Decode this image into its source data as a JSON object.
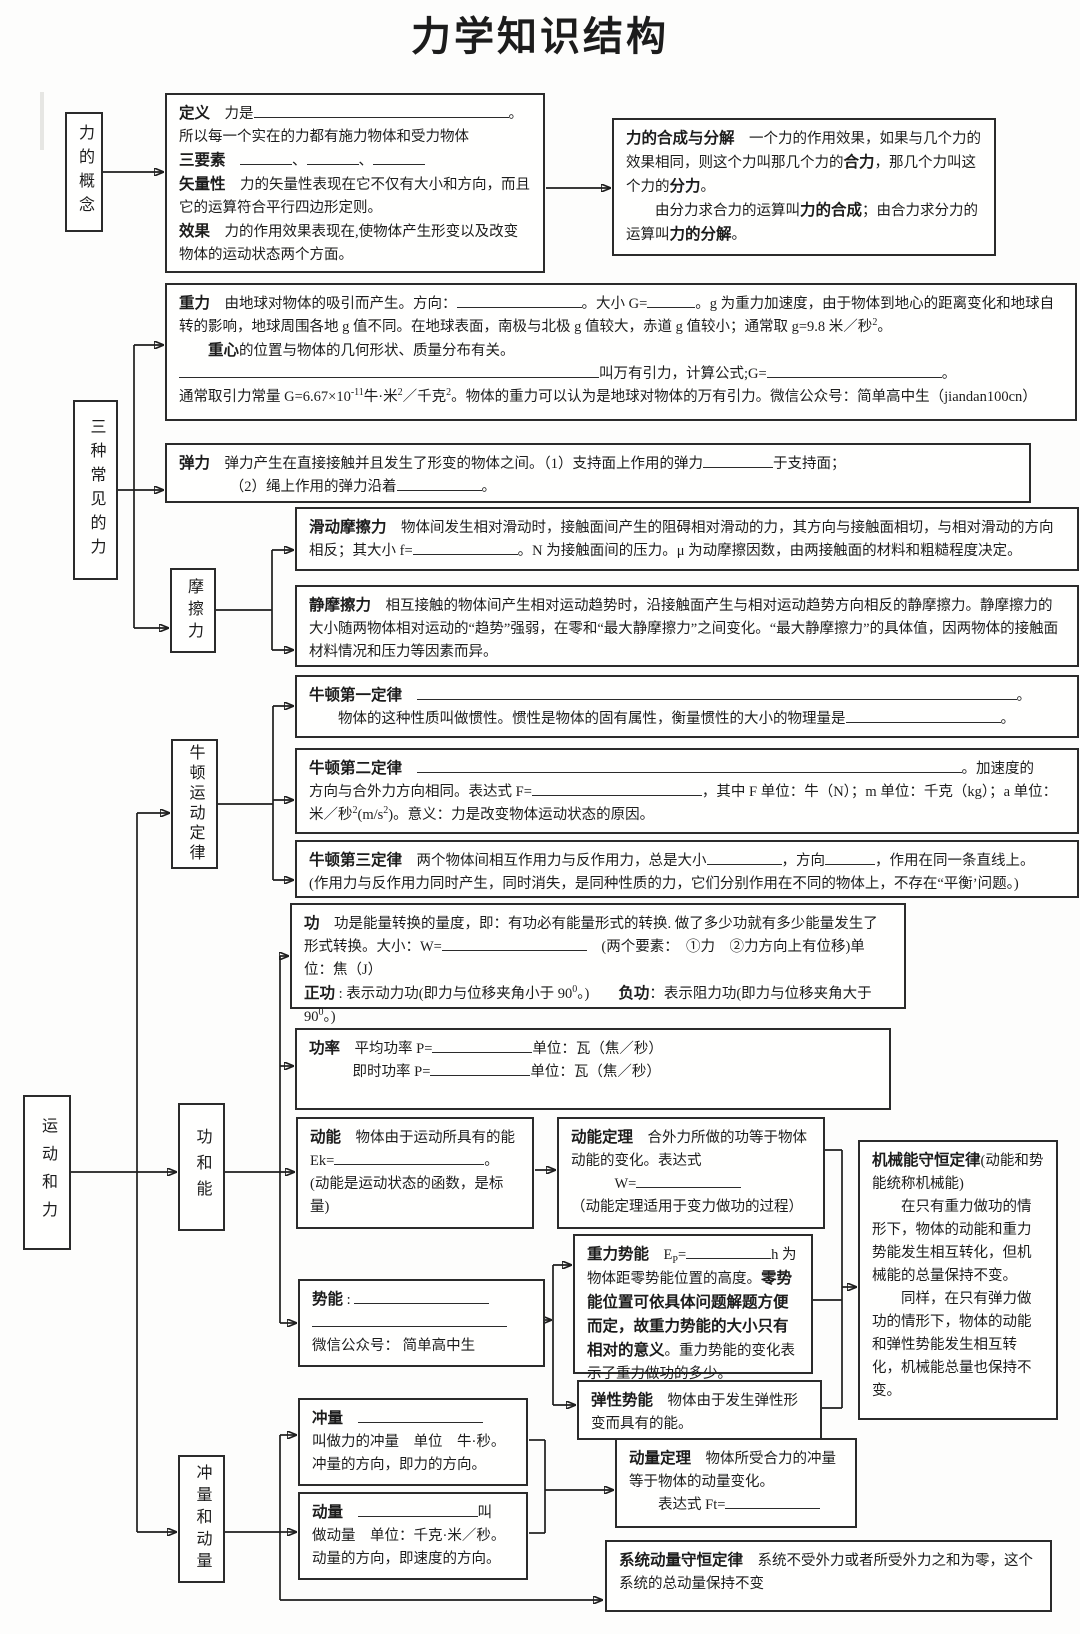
{
  "title": "力学知识结构",
  "colors": {
    "line": "#1e1e1e",
    "border": "#2b2b2b",
    "background": "#fdfdfc"
  },
  "labels": {
    "li_gainian": "力的概念",
    "sanzhong": "三种常见的力",
    "mocali": "摩擦力",
    "niudun": "牛顿运动定律",
    "yundongheli": "运动和力",
    "gongheneng": "功和能",
    "chongdongliang": "冲量和动量"
  },
  "boxes": {
    "dingyi": {
      "segments": [
        [
          "b",
          "定义"
        ],
        [
          "t",
          "　力是"
        ],
        [
          "u",
          255
        ],
        [
          "t",
          "。"
        ],
        [
          "br"
        ],
        [
          "t",
          "所以每一个实在的力都有施力物体和受力物体"
        ],
        [
          "br"
        ],
        [
          "b",
          "三要素"
        ],
        [
          "t",
          "　"
        ],
        [
          "u",
          52
        ],
        [
          "t",
          "、"
        ],
        [
          "u",
          52
        ],
        [
          "t",
          "、"
        ],
        [
          "u",
          52
        ],
        [
          "br"
        ],
        [
          "b",
          "矢量性"
        ],
        [
          "t",
          "　力的矢量性表现在它不仅有大小和方向，而且它的运算符合平行四边形定则。"
        ],
        [
          "br"
        ],
        [
          "b",
          "效果"
        ],
        [
          "t",
          "　力的作用效果表现在,使物体产生形变以及改变物体的运动状态两个方面。"
        ]
      ]
    },
    "hechengfenjie": {
      "segments": [
        [
          "b",
          "力的合成与分解"
        ],
        [
          "t",
          "　一个力的作用效果，如果与几个力的效果相同，则这个力叫那几个力的"
        ],
        [
          "b",
          "合力"
        ],
        [
          "t",
          "，那几个力叫这个力的"
        ],
        [
          "b",
          "分力"
        ],
        [
          "t",
          "。"
        ],
        [
          "br"
        ],
        [
          "t",
          "　　由分力求合力的运算叫"
        ],
        [
          "b",
          "力的合成"
        ],
        [
          "t",
          "；由合力求分力的运算叫"
        ],
        [
          "b",
          "力的分解"
        ],
        [
          "t",
          "。"
        ]
      ]
    },
    "zhongli": {
      "segments": [
        [
          "b",
          "重力"
        ],
        [
          "t",
          "　由地球对物体的吸引而产生。方向："
        ],
        [
          "u",
          125
        ],
        [
          "t",
          "。大小 G="
        ],
        [
          "u",
          48
        ],
        [
          "t",
          "。g 为重力加速度，由于物体到地心的距离变化和地球自转的影响，地球周围各地 g 值不同。在地球表面，南极与北极 g 值较大，赤道 g 值较小；通常取 g=9.8 米／秒"
        ],
        [
          "sup",
          "2"
        ],
        [
          "t",
          "。"
        ],
        [
          "br"
        ],
        [
          "t",
          "　　"
        ],
        [
          "b",
          "重心"
        ],
        [
          "t",
          "的位置与物体的几何形状、质量分布有关。"
        ],
        [
          "br"
        ],
        [
          "u",
          420
        ],
        [
          "t",
          "叫万有引力，计算公式;G="
        ],
        [
          "u",
          175
        ],
        [
          "t",
          "。"
        ],
        [
          "br"
        ],
        [
          "t",
          "通常取引力常量 G=6.67×10"
        ],
        [
          "sup",
          "-11"
        ],
        [
          "t",
          "牛·米"
        ],
        [
          "sup",
          "2"
        ],
        [
          "t",
          "／千克"
        ],
        [
          "sup",
          "2"
        ],
        [
          "t",
          "。物体的重力可以认为是地球对物体的万有引力。微信公众号：简单高中生（jiandan100cn）"
        ]
      ]
    },
    "tanli": {
      "segments": [
        [
          "b",
          "弹力"
        ],
        [
          "t",
          "　弹力产生在直接接触并且发生了形变的物体之间。（1）支持面上作用的弹力"
        ],
        [
          "u",
          70
        ],
        [
          "t",
          "于支持面；"
        ],
        [
          "br"
        ],
        [
          "t",
          "　　　　（2）绳上作用的弹力沿着"
        ],
        [
          "u",
          85
        ],
        [
          "t",
          "。"
        ]
      ]
    },
    "huadongmoca": {
      "segments": [
        [
          "b",
          "滑动摩擦力"
        ],
        [
          "t",
          "　物体间发生相对滑动时，接触面间产生的阻碍相对滑动的力，其方向与接触面相切，与相对滑动的方向相反；其大小 f="
        ],
        [
          "u",
          105
        ],
        [
          "t",
          "。N 为接触面间的压力。μ 为动摩擦因数，由两接触面的材料和粗糙程度决定。"
        ]
      ]
    },
    "jingmoca": {
      "segments": [
        [
          "b",
          "静摩擦力"
        ],
        [
          "t",
          "　相互接触的物体间产生相对运动趋势时，沿接触面产生与相对运动趋势方向相反的静摩擦力。静摩擦力的大小随两物体相对运动的“趋势”强弱，在零和“最大静摩擦力”之间变化。“最大静摩擦力”的具体值，因两物体的接触面材料情况和压力等因素而异。"
        ]
      ]
    },
    "niudun1": {
      "segments": [
        [
          "b",
          "牛顿第一定律"
        ],
        [
          "t",
          "　"
        ],
        [
          "u",
          600
        ],
        [
          "t",
          "。"
        ],
        [
          "br"
        ],
        [
          "t",
          "　　物体的这种性质叫做惯性。惯性是物体的固有属性，衡量惯性的大小的物理量是"
        ],
        [
          "u",
          155
        ],
        [
          "t",
          "。"
        ]
      ]
    },
    "niudun2": {
      "segments": [
        [
          "b",
          "牛顿第二定律"
        ],
        [
          "t",
          "　"
        ],
        [
          "u",
          545
        ],
        [
          "t",
          "。加速度的"
        ],
        [
          "br"
        ],
        [
          "t",
          "方向与合外力方向相同。表达式 F="
        ],
        [
          "u",
          170
        ],
        [
          "t",
          "，其中 F 单位：牛（N）；m 单位：千克（kg）；a 单位："
        ],
        [
          "br"
        ],
        [
          "t",
          "米／秒"
        ],
        [
          "sup",
          "2"
        ],
        [
          "t",
          "(m/s"
        ],
        [
          "sup",
          "2"
        ],
        [
          "t",
          ")。意义：力是改变物体运动状态的原因。"
        ]
      ]
    },
    "niudun3": {
      "segments": [
        [
          "b",
          "牛顿第三定律"
        ],
        [
          "t",
          "　两个物体间相互作用力与反作用力，总是大小"
        ],
        [
          "u",
          75
        ],
        [
          "t",
          "，方向"
        ],
        [
          "u",
          50
        ],
        [
          "t",
          "，作用在同一条直线上。"
        ],
        [
          "br"
        ],
        [
          "t",
          "(作用力与反作用力同时产生，同时消失，是同种性质的力，它们分别作用在不同的物体上，不存在“平衡’问题。)"
        ]
      ]
    },
    "gong": {
      "segments": [
        [
          "b",
          "功"
        ],
        [
          "t",
          "　功是能量转换的量度，即：有功必有能量形式的转换. 做了多少功就有多少能量发生了形式转换。大小：W="
        ],
        [
          "u",
          145
        ],
        [
          "t",
          "　(两个要素：　①力　②力方向上有位移)单位：焦（J）"
        ],
        [
          "br"
        ],
        [
          "b",
          "正功"
        ],
        [
          "t",
          " : 表示动力功(即力与位移夹角小于 90"
        ],
        [
          "sup",
          "0"
        ],
        [
          "t",
          "。)　　"
        ],
        [
          "b",
          "负功"
        ],
        [
          "t",
          "：表示阻力功(即力与位移夹角大于 90"
        ],
        [
          "sup",
          "0"
        ],
        [
          "t",
          "。)"
        ]
      ]
    },
    "gonglv": {
      "segments": [
        [
          "b",
          "功率"
        ],
        [
          "t",
          "　平均功率 P="
        ],
        [
          "u",
          100
        ],
        [
          "t",
          "单位：瓦（焦／秒）"
        ],
        [
          "br"
        ],
        [
          "t",
          "　　　即时功率 P="
        ],
        [
          "u",
          100
        ],
        [
          "t",
          "单位：瓦（焦／秒）"
        ]
      ]
    },
    "dongneng": {
      "segments": [
        [
          "b",
          "动能"
        ],
        [
          "t",
          "　物体由于运动所具有的能"
        ],
        [
          "br"
        ],
        [
          "t",
          "Ek="
        ],
        [
          "u",
          150
        ],
        [
          "t",
          "。"
        ],
        [
          "br"
        ],
        [
          "t",
          "(动能是运动状态的函数，是标量)"
        ]
      ]
    },
    "dongnengdingli": {
      "segments": [
        [
          "b",
          "动能定理"
        ],
        [
          "t",
          "　合外力所做的功等于物体动能的变化。表达式"
        ],
        [
          "br"
        ],
        [
          "t",
          "　　　W="
        ],
        [
          "u",
          105
        ],
        [
          "br"
        ],
        [
          "t",
          "（动能定理适用于变力做功的过程）"
        ]
      ]
    },
    "jixieneng": {
      "segments": [
        [
          "b",
          "机械能守恒定律"
        ],
        [
          "t",
          "(动能和势能统称机械能)"
        ],
        [
          "br"
        ],
        [
          "t",
          "　　在只有重力做功的情形下，物体的动能和重力势能发生相互转化，但机械能的总量保持不变。"
        ],
        [
          "br"
        ],
        [
          "t",
          "　　同样，在只有弹力做功的情形下，物体的动能和弹性势能发生相互转化，机械能总量也保持不变。"
        ]
      ]
    },
    "shineng": {
      "segments": [
        [
          "b",
          "势能"
        ],
        [
          "t",
          " : "
        ],
        [
          "u",
          135
        ],
        [
          "br"
        ],
        [
          "u",
          195
        ],
        [
          "br"
        ],
        [
          "t",
          "微信公众号： 简单高中生"
        ]
      ]
    },
    "zhonglishineng": {
      "segments": [
        [
          "b",
          "重力势能"
        ],
        [
          "t",
          "　E"
        ],
        [
          "sub",
          "P"
        ],
        [
          "t",
          "="
        ],
        [
          "u",
          85
        ],
        [
          "t",
          "h 为物体距零势能位置的高度。"
        ],
        [
          "b",
          "零势能位置可依具体问题解题方便而定，故重力势能的大小只有相对的意义"
        ],
        [
          "t",
          "。重力势能的变化表示了重力做功的多少。"
        ]
      ]
    },
    "tanxingshineng": {
      "segments": [
        [
          "b",
          "弹性势能"
        ],
        [
          "t",
          "　物体由于发生弹性形变而具有的能。"
        ]
      ]
    },
    "chongliang": {
      "segments": [
        [
          "b",
          "冲量"
        ],
        [
          "t",
          "　"
        ],
        [
          "u",
          125
        ],
        [
          "br"
        ],
        [
          "t",
          "叫做力的冲量　单位　牛·秒。冲量的方向，即力的方向。"
        ]
      ]
    },
    "dongliang": {
      "segments": [
        [
          "b",
          "动量"
        ],
        [
          "t",
          "　"
        ],
        [
          "u",
          120
        ],
        [
          "t",
          "叫"
        ],
        [
          "br"
        ],
        [
          "t",
          "做动量　单位：千克·米／秒。动量的方向，即速度的方向。"
        ]
      ]
    },
    "dongliangdingli": {
      "segments": [
        [
          "b",
          "动量定理"
        ],
        [
          "t",
          "　物体所受合力的冲量等于物体的动量变化。"
        ],
        [
          "br"
        ],
        [
          "t",
          "　　表达式 Ft="
        ],
        [
          "u",
          95
        ]
      ]
    },
    "xitongdongliang": {
      "segments": [
        [
          "b",
          "系统动量守恒定律"
        ],
        [
          "t",
          "　系统不受外力或者所受外力之和为零，这个系统的总动量保持不变"
        ]
      ]
    }
  }
}
